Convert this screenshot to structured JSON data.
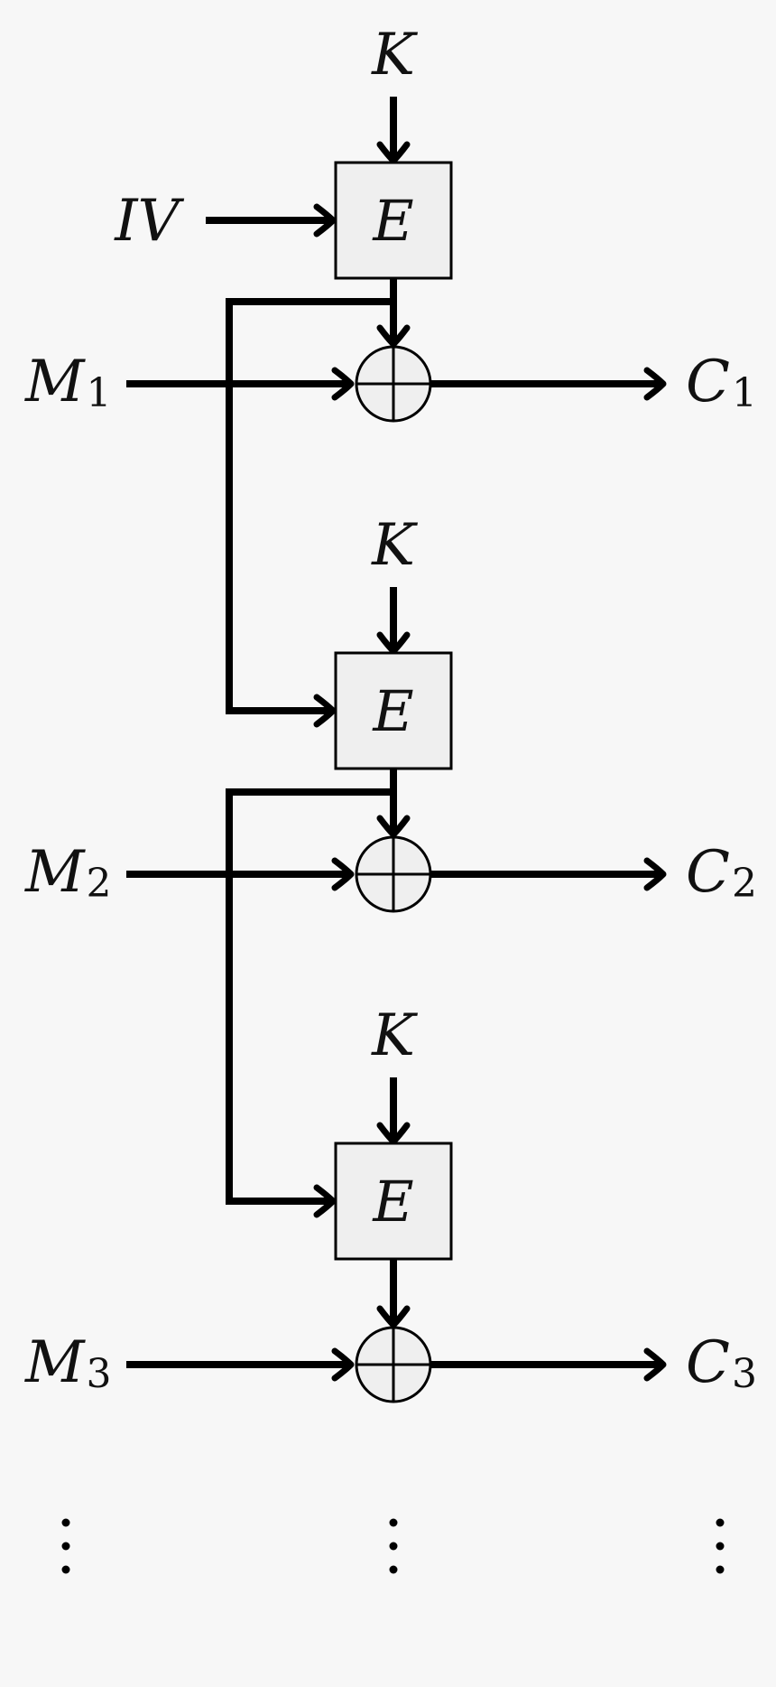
{
  "diagram": {
    "key_label": "K",
    "cipher_label": "E",
    "iv_label": "IV",
    "message_letter": "M",
    "ciphertext_letter": "C",
    "stages": [
      {
        "index": "1",
        "message": "M",
        "ciphertext": "C"
      },
      {
        "index": "2",
        "message": "M",
        "ciphertext": "C"
      },
      {
        "index": "3",
        "message": "M",
        "ciphertext": "C"
      }
    ],
    "continuation": "⋮"
  },
  "colors": {
    "background": "#f7f7f7",
    "box_fill": "#efefef",
    "stroke": "#000000"
  }
}
